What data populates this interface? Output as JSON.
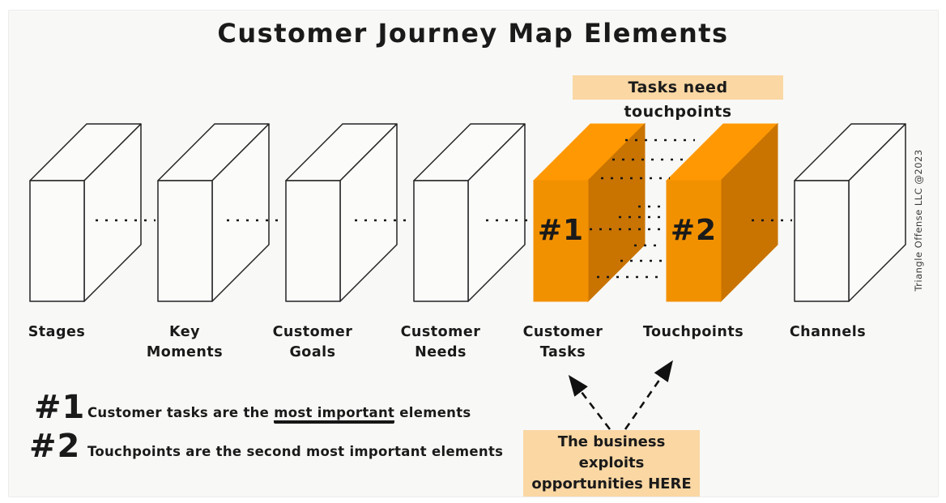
{
  "title": "Customer Journey Map Elements",
  "top_note": {
    "label": "Tasks need touchpoints"
  },
  "boxes": [
    {
      "label": "Stages",
      "style": "white",
      "badge": ""
    },
    {
      "label": "Key\nMoments",
      "style": "white",
      "badge": ""
    },
    {
      "label": "Customer\nGoals",
      "style": "white",
      "badge": ""
    },
    {
      "label": "Customer\nNeeds",
      "style": "white",
      "badge": ""
    },
    {
      "label": "Customer\nTasks",
      "style": "orange",
      "badge": "#1"
    },
    {
      "label": "Touchpoints",
      "style": "orange",
      "badge": "#2"
    },
    {
      "label": "Channels",
      "style": "white",
      "badge": ""
    }
  ],
  "annotations": [
    {
      "marker": "#1",
      "prefix": "Customer tasks are the ",
      "underlined": "most important",
      "suffix": " elements"
    },
    {
      "marker": "#2",
      "prefix": "Touchpoints are the second most important elements",
      "underlined": "",
      "suffix": ""
    }
  ],
  "callout": {
    "line1": "The business exploits",
    "line2": "opportunities HERE"
  },
  "watermark": "Triangle Offense LLC @2023",
  "colors": {
    "background": "#F8F8F6",
    "ink": "#1A1A1A",
    "highlight": "#FAD7A3",
    "orange_top": "#FF9802",
    "orange_front": "#F29100",
    "orange_side": "#C97400",
    "white_face": "#FBFBFA"
  }
}
